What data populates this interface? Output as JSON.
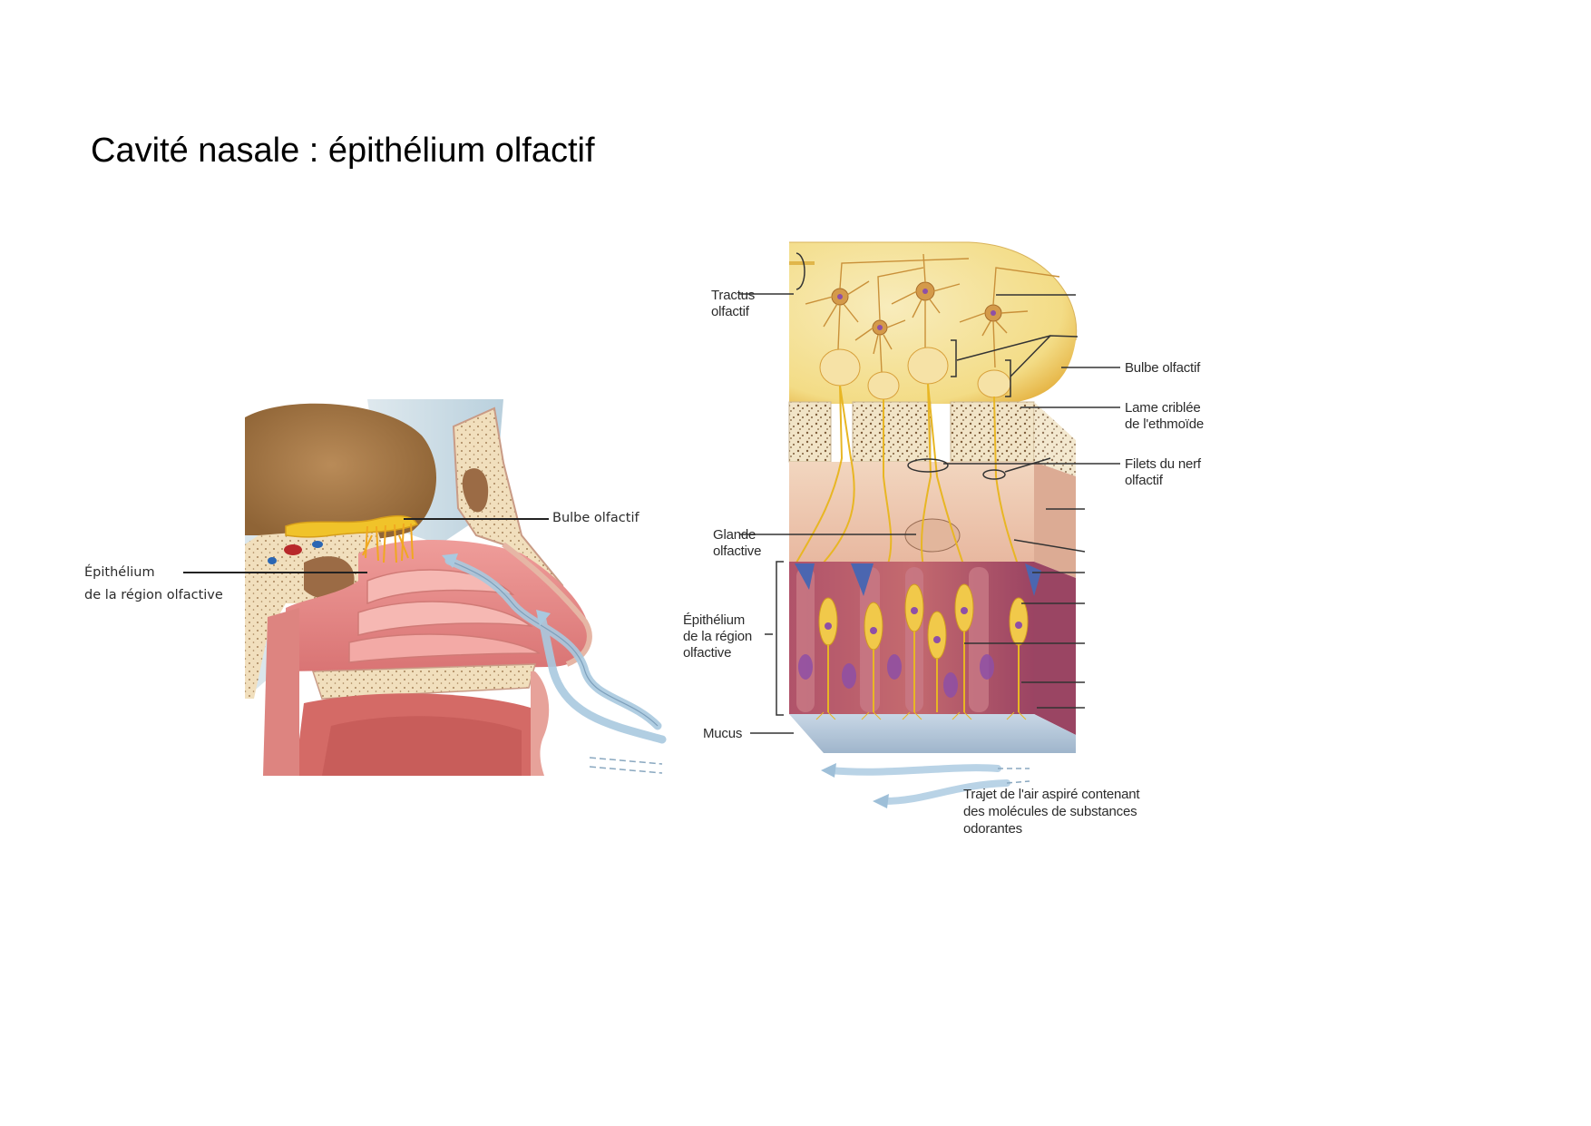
{
  "page": {
    "title": "Cavité nasale : épithélium olfactif"
  },
  "left_figure": {
    "description": "Coupe sagittale de la cavité nasale",
    "labels": {
      "bulbe": "Bulbe olfactif",
      "epithelium_line1": "Épithélium",
      "epithelium_line2": "de la région olfactive"
    }
  },
  "right_figure": {
    "description": "Détail de l'épithélium olfactif et du bulbe olfactif",
    "labels": {
      "tractus_line1": "Tractus",
      "tractus_line2": "olfactif",
      "bulbe": "Bulbe olfactif",
      "lame_line1": "Lame criblée",
      "lame_line2": "de l'ethmoïde",
      "filets_line1": "Filets du nerf",
      "filets_line2": "olfactif",
      "glande_line1": "Glande",
      "glande_line2": "olfactive",
      "epithelium_line1": "Épithélium",
      "epithelium_line2": "de la région",
      "epithelium_line3": "olfactive",
      "mucus": "Mucus",
      "trajet_line1": "Trajet de l'air aspiré contenant",
      "trajet_line2": "des molécules de substances",
      "trajet_line3": "odorantes"
    },
    "unlabeled_leader_count": 8
  },
  "colors": {
    "bulb_yellow": "#f3dc86",
    "bulb_deep": "#e6b13a",
    "nerve": "#e8b624",
    "bone": "#f2e2c2",
    "bone_dots": "#8a6a45",
    "mucosa_pink": "#e9a59a",
    "mucosa_dark": "#c7675f",
    "cell_purple": "#9c4a7a",
    "nucleus": "#8e4fa6",
    "support_blue": "#4b66b0",
    "air_blue": "#bcd6ea",
    "brain_brown": "#a87a4a",
    "leader": "#333333"
  }
}
